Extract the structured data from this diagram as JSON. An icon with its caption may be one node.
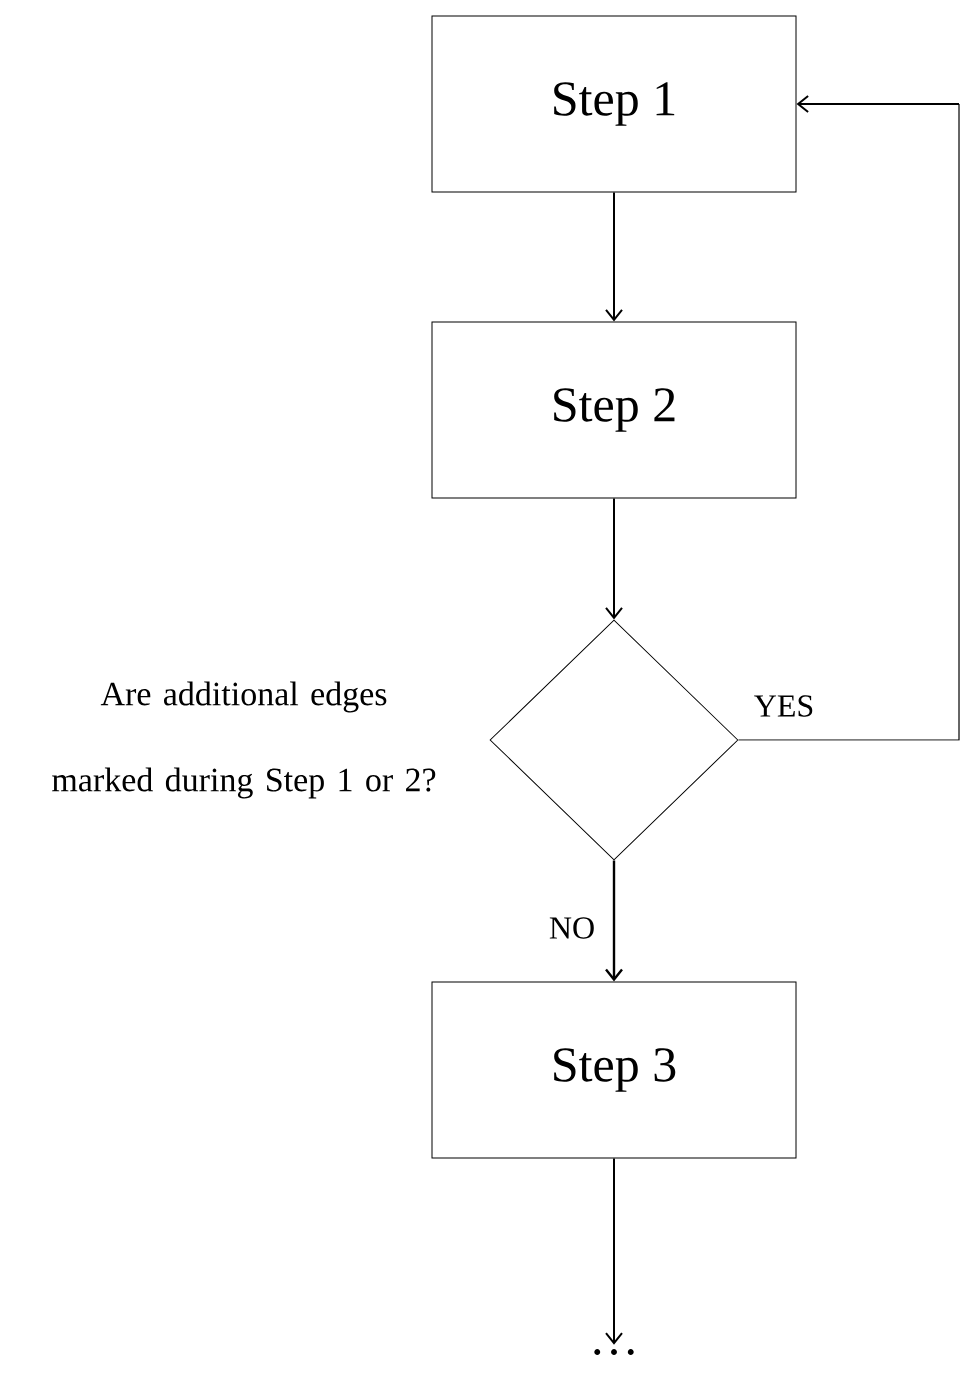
{
  "diagram": {
    "nodes": [
      {
        "text": [
          "Step 1"
        ]
      },
      {
        "text": [
          "Step 2"
        ]
      },
      {
        "text": [
          "Are additional edges marked during Step 1 or 2?"
        ]
      },
      {
        "text": [
          "Step 3"
        ]
      },
      {
        "text": [
          "…"
        ]
      }
    ],
    "edges": [
      {
        "from": 0,
        "to": 1,
        "arrow": "to"
      },
      {
        "from": 1,
        "to": 2,
        "arrow": "to"
      },
      {
        "from": 2,
        "to": 0,
        "arrow": "to",
        "label": "YES"
      },
      {
        "from": 2,
        "to": 3,
        "arrow": "to",
        "label": "NO"
      },
      {
        "from": 3,
        "to": 4,
        "arrow": "to"
      }
    ]
  }
}
